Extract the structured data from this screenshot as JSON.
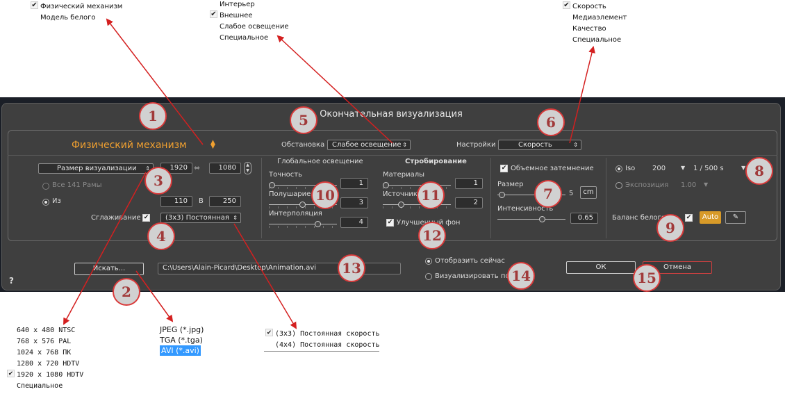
{
  "menus": {
    "render_engine": {
      "items": [
        {
          "label": "Физический механизм",
          "checked": true
        },
        {
          "label": "Модель белого",
          "checked": false
        }
      ]
    },
    "environment": {
      "items": [
        {
          "label": "Интерьер",
          "checked": false
        },
        {
          "label": "Внешнее",
          "checked": true
        },
        {
          "label": "Слабое освещение",
          "checked": false
        },
        {
          "label": "Специальное",
          "checked": false
        }
      ]
    },
    "settings": {
      "items": [
        {
          "label": "Скорость",
          "checked": true
        },
        {
          "label": "Медиаэлемент",
          "checked": false
        },
        {
          "label": "Качество",
          "checked": false
        },
        {
          "label": "Специальное",
          "checked": false
        }
      ]
    },
    "resolution": {
      "items": [
        {
          "label": "640 x 480 NTSC",
          "checked": false
        },
        {
          "label": "768 x 576 PAL",
          "checked": false
        },
        {
          "label": "1024 x 768 ПК",
          "checked": false
        },
        {
          "label": "1280 x 720 HDTV",
          "checked": false
        },
        {
          "label": "1920 x 1080 HDTV",
          "checked": true
        },
        {
          "label": "Специальное",
          "checked": false
        }
      ]
    },
    "file_format": {
      "items": [
        {
          "label": "JPEG (*.jpg)"
        },
        {
          "label": "TGA (*.tga)"
        },
        {
          "label": "AVI (*.avi)",
          "selected": true
        }
      ]
    },
    "antialias": {
      "items": [
        {
          "label": "(3x3) Постоянная скорость",
          "checked": true
        },
        {
          "label": "(4x4) Постоянная скорость",
          "checked": false
        }
      ]
    }
  },
  "dialog": {
    "title": "Окончательная визуализация",
    "engine": "Физический механизм",
    "environment_label": "Обстановка",
    "environment_value": "Слабое освещение",
    "settings_label": "Настройки",
    "settings_value": "Скорость",
    "size": {
      "dropdown": "Размер визуализации",
      "width": "1920",
      "height": "1080"
    },
    "frames": {
      "all_label": "Все 141 Рамы",
      "from_label": "Из",
      "from": "110",
      "to_label": "В",
      "to": "250"
    },
    "antialias": {
      "label": "Сглаживание",
      "value": "(3x3) Постоянная"
    },
    "gi": {
      "title": "Глобальное освещение",
      "accuracy_label": "Точность",
      "accuracy": "1",
      "hemisphere_label": "Полушарие",
      "hemisphere": "3",
      "interp_label": "Интерполяция",
      "interp": "4"
    },
    "strobe": {
      "title": "Стробирование",
      "materials_label": "Материалы",
      "materials": "1",
      "sources_label": "Источники света",
      "sources": "2",
      "improved_bg": "Улучшенный фон"
    },
    "ao": {
      "label": "Объемное затемнение",
      "size_label": "Размер",
      "size": "5",
      "unit": "cm",
      "intensity_label": "Интенсивность",
      "intensity": "0.65"
    },
    "camera": {
      "iso_label": "Iso",
      "iso": "200",
      "shutter": "1 / 500 s",
      "exposure_label": "Экспозиция",
      "exposure": "1.00",
      "wb_label": "Баланс белого",
      "auto": "Auto"
    },
    "browse": "Искать...",
    "path": "C:\\Users\\Alain-Picard\\Desktop\\Animation.avi",
    "render_now": "Отобразить сейчас",
    "render_later": "Визуализировать позже",
    "ok": "ОК",
    "cancel": "Отмена",
    "help": "?"
  },
  "callouts": [
    "1",
    "2",
    "3",
    "4",
    "5",
    "6",
    "7",
    "8",
    "9",
    "10",
    "11",
    "12",
    "13",
    "14",
    "15"
  ],
  "colors": {
    "accent_orange": "#f0a030",
    "dialog_bg": "#3f3f3f",
    "arrow_red": "#d42020",
    "callout_border": "#d93a3a",
    "auto_btn": "#d89a28"
  }
}
